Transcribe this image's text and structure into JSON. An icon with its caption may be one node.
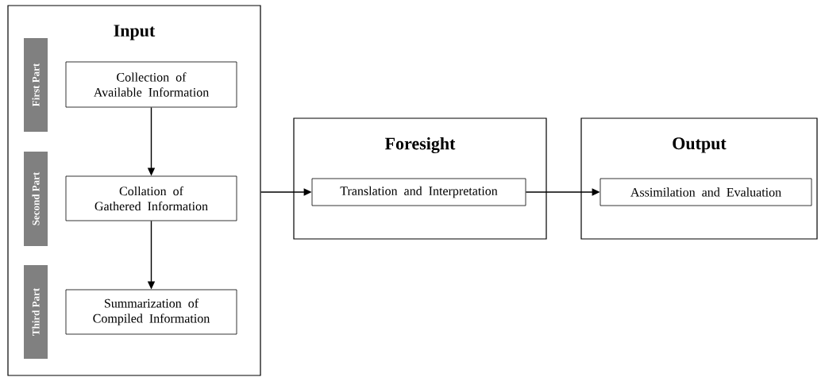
{
  "diagram": {
    "nodes": [
      {
        "text": [
          "Input"
        ]
      },
      {
        "text": [
          "First Part"
        ],
        "in": 0
      },
      {
        "text": [
          "Collection of Available Information"
        ],
        "in": 0
      },
      {
        "text": [
          "Second Part"
        ],
        "in": 0
      },
      {
        "text": [
          "Collation of Gathered Information"
        ],
        "in": 0
      },
      {
        "text": [
          "Third Part"
        ],
        "in": 0
      },
      {
        "text": [
          "Summarization of Compiled Information"
        ],
        "in": 0
      },
      {
        "text": [
          "Foresight"
        ]
      },
      {
        "text": [
          "Translation and Interpretation"
        ],
        "in": 7
      },
      {
        "text": [
          "Output"
        ]
      },
      {
        "text": [
          "Assimilation and Evaluation"
        ],
        "in": 9
      }
    ],
    "edges": [
      {
        "from": 2,
        "to": 4,
        "arrow": "to"
      },
      {
        "from": 4,
        "to": 6,
        "arrow": "to"
      },
      {
        "from": 0,
        "to": 8,
        "arrow": "to"
      },
      {
        "from": 8,
        "to": 10,
        "arrow": "to"
      }
    ]
  }
}
